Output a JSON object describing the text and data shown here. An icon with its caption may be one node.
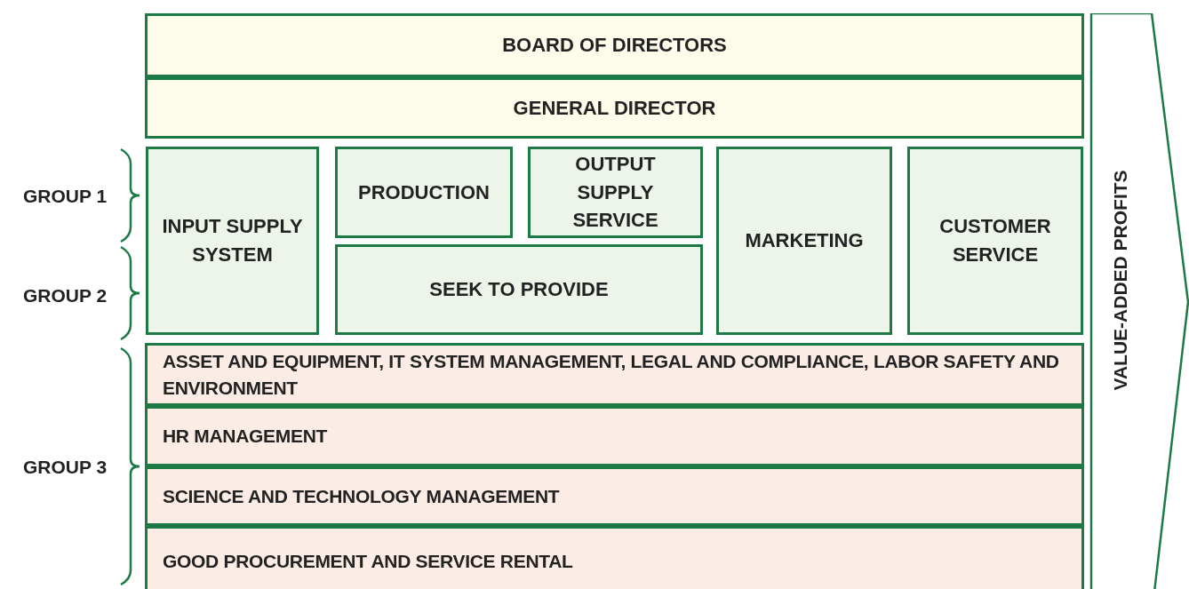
{
  "diagram": {
    "nodes": [
      {
        "text": [
          "BOARD OF DIRECTORS"
        ]
      },
      {
        "text": [
          "GENERAL DIRECTOR"
        ]
      },
      {
        "text": [
          "INPUT SUPPLY SYSTEM"
        ]
      },
      {
        "text": [
          "PRODUCTION"
        ]
      },
      {
        "text": [
          "OUTPUT SUPPLY SERVICE"
        ]
      },
      {
        "text": [
          "SEEK TO PROVIDE"
        ]
      },
      {
        "text": [
          "MARKETING"
        ]
      },
      {
        "text": [
          "CUSTOMER SERVICE"
        ]
      },
      {
        "text": [
          "ASSET AND EQUIPMENT, IT SYSTEM MANAGEMENT, LEGAL AND COMPLIANCE, LABOR SAFETY AND ENVIRONMENT"
        ]
      },
      {
        "text": [
          "HR MANAGEMENT"
        ]
      },
      {
        "text": [
          "SCIENCE AND TECHNOLOGY MANAGEMENT"
        ]
      },
      {
        "text": [
          "GOOD PROCUREMENT AND SERVICE RENTAL"
        ]
      },
      {
        "text": [
          "VALUE-ADDED PROFITS"
        ]
      }
    ],
    "labels": [
      "GROUP 1",
      "GROUP 2",
      "GROUP 3"
    ]
  }
}
